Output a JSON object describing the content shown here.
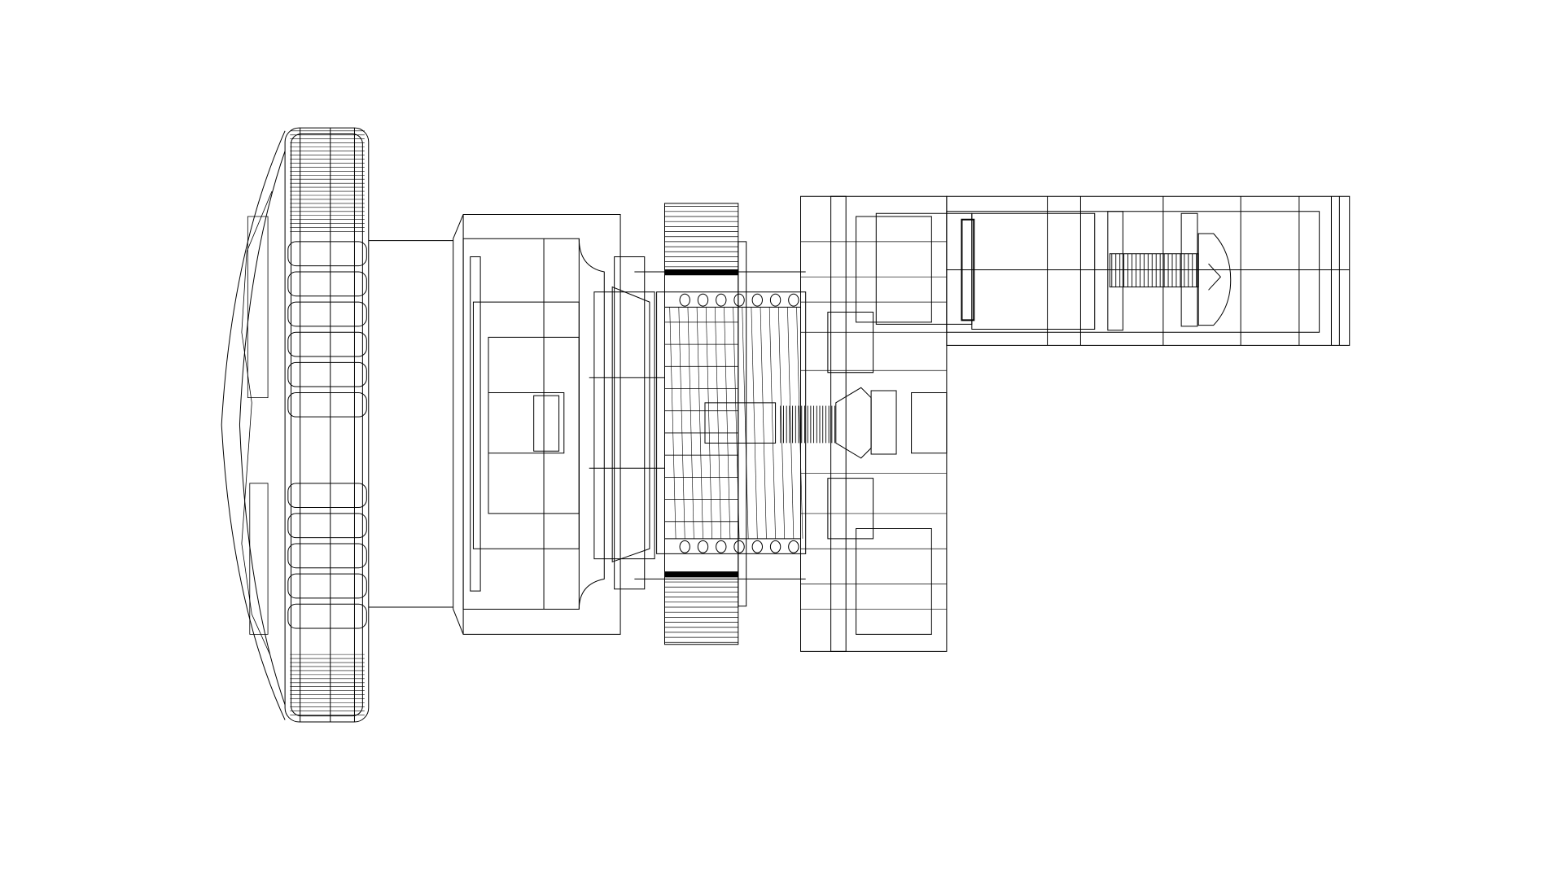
{
  "drawing": {
    "subject": "wireframe-assembly",
    "line_color": "#000000",
    "background": "#ffffff",
    "parts": [
      "knob",
      "shaft-body",
      "collar",
      "gear",
      "spring-assembly",
      "mounting-block",
      "arm",
      "arm-screw",
      "center-screw"
    ]
  }
}
